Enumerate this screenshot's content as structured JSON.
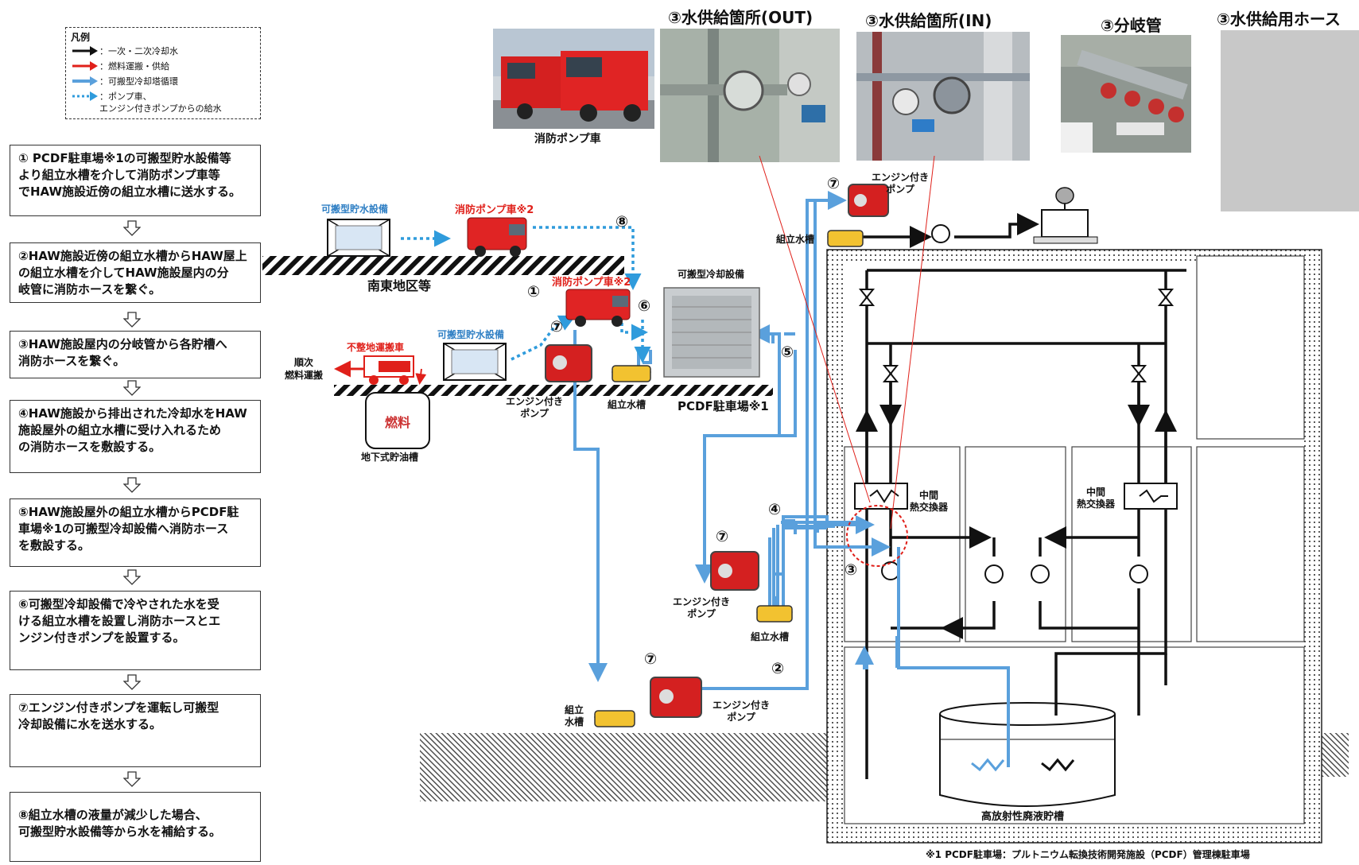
{
  "legend": {
    "title": "凡例",
    "items": [
      {
        "label": "：一次・二次冷却水",
        "color": "#111111",
        "style": "solid"
      },
      {
        "label": "：燃料運搬・供給",
        "color": "#e0201a",
        "style": "solid"
      },
      {
        "label": "：可搬型冷却塔循環",
        "color": "#5aa0dc",
        "style": "solid"
      },
      {
        "label": "：ポンプ車、\nエンジン付きポンプからの給水",
        "color": "#2f9bdc",
        "style": "dotted"
      }
    ]
  },
  "steps": [
    "① PCDF駐車場※1の可搬型貯水設備等\nより組立水槽を介して消防ポンプ車等\nでHAW施設近傍の組立水槽に送水する。",
    "②HAW施設近傍の組立水槽からHAW屋上\nの組立水槽を介してHAW施設屋内の分\n岐管に消防ホースを繋ぐ。",
    "③HAW施設屋内の分岐管から各貯槽へ\n消防ホースを繋ぐ。",
    "④HAW施設から排出された冷却水をHAW\n施設屋外の組立水槽に受け入れるため\nの消防ホースを敷設する。",
    "⑤HAW施設屋外の組立水槽からPCDF駐\n車場※1の可搬型冷却設備へ消防ホース\nを敷設する。",
    "⑥可搬型冷却設備で冷やされた水を受\nける組立水槽を設置し消防ホースとエ\nンジン付きポンプを設置する。",
    "⑦エンジン付きポンプを運転し可搬型\n冷却設備に水を送水する。",
    "⑧組立水槽の液量が減少した場合、\n可搬型貯水設備等から水を補給する。"
  ],
  "photos": {
    "fire_truck_caption": "消防ポンプ車",
    "out_title": "③水供給箇所(OUT)",
    "in_title": "③水供給箇所(IN)",
    "branch_title": "③分岐管",
    "hose_title": "③水供給用ホース"
  },
  "diagram": {
    "storage_top": "可搬型貯水設備",
    "fire_truck_top": "消防ポンプ車※2",
    "southeast_area": "南東地区等",
    "fire_truck_mid": "消防ポンプ車※2",
    "portable_cooling": "可搬型冷却設備",
    "storage_mid": "可搬型貯水設備",
    "rough_terrain_vehicle": "不整地運搬車",
    "sequential_fuel": "順次\n燃料運搬",
    "fuel": "燃料",
    "underground_tank": "地下式貯油槽",
    "engine_pump": "エンジン付き\nポンプ",
    "assembly_tank": "組立水槽",
    "assembly_tank_short": "組立\n水槽",
    "pcdf_parking": "PCDF駐車場※1",
    "heat_exchanger": "中間\n熱交換器",
    "haw_tank": "高放射性廃液貯槽",
    "footnote": "※1 PCDF駐車場：プルトニウム転換技術開発施設（PCDF）管理棟駐車場",
    "numbers": [
      "①",
      "②",
      "③",
      "④",
      "⑤",
      "⑥",
      "⑦",
      "⑧"
    ]
  },
  "colors": {
    "black_line": "#111111",
    "red_line": "#e0201a",
    "blue_line": "#5aa0dc",
    "dotted_line": "#2f9bdc",
    "tank_yellow": "#f2c230"
  }
}
